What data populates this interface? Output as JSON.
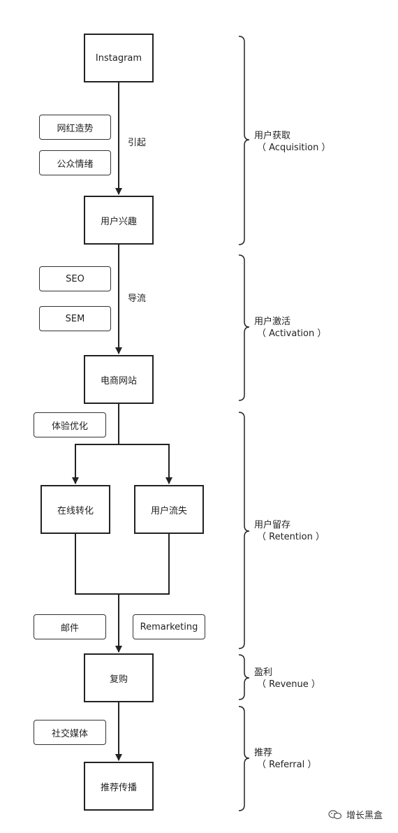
{
  "nodes": {
    "instagram": "Instagram",
    "interest": "用户兴趣",
    "ecommerce": "电商网站",
    "conversion": "在线转化",
    "churn": "用户流失",
    "repurchase": "复购",
    "referral_spread": "推荐传播"
  },
  "tags": {
    "influencer": "网红造势",
    "public_sentiment": "公众情绪",
    "seo": "SEO",
    "sem": "SEM",
    "experience": "体验优化",
    "email": "邮件",
    "remarketing": "Remarketing",
    "social_media": "社交媒体"
  },
  "edge_labels": {
    "attract": "引起",
    "guide": "导流"
  },
  "stages": {
    "acquisition": {
      "cn": "用户获取",
      "en": "（ Acquisition ）"
    },
    "activation": {
      "cn": "用户激活",
      "en": "（ Activation ）"
    },
    "retention": {
      "cn": "用户留存",
      "en": "（ Retention ）"
    },
    "revenue": {
      "cn": "盈利",
      "en": "（ Revenue ）"
    },
    "referral": {
      "cn": "推荐",
      "en": "（ Referral ）"
    }
  },
  "watermark": {
    "text": "增长黑盒",
    "icon": "wechat-icon"
  }
}
